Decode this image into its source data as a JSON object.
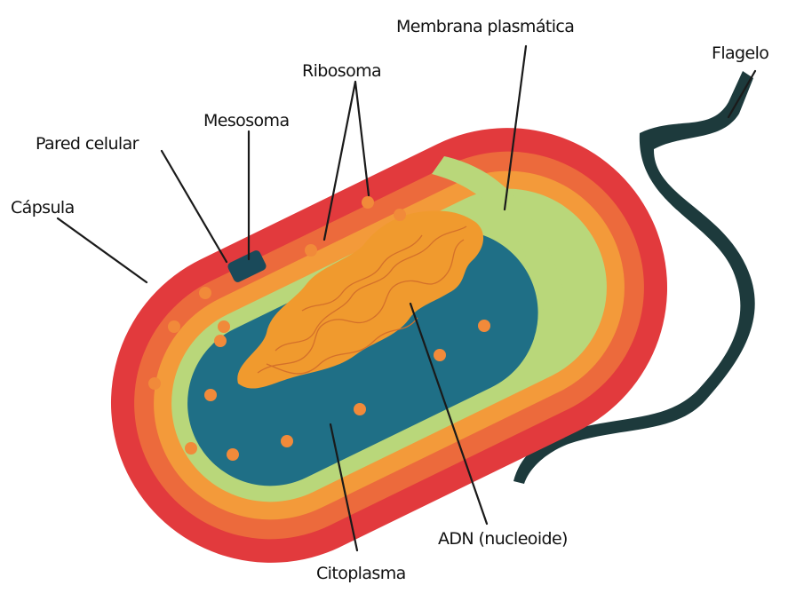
{
  "labels": {
    "membrane": "Membrana plasmática",
    "flagellum": "Flagelo",
    "ribosome": "Ribosoma",
    "mesosome": "Mesosoma",
    "cell_wall": "Pared celular",
    "capsule": "Cápsula",
    "dna": "ADN (nucleoide)",
    "cytoplasm": "Citoplasma"
  },
  "colors": {
    "capsule": "#e23a3d",
    "cell_wall": "#ec6a3c",
    "inner_layer": "#f39a3a",
    "membrane": "#b9d77a",
    "cytoplasm": "#1f6f86",
    "nucleoid": "#f09a2e",
    "ribosome": "#f18a3a",
    "flagellum": "#1d3a3c",
    "leader_line": "#1a1a1a"
  }
}
